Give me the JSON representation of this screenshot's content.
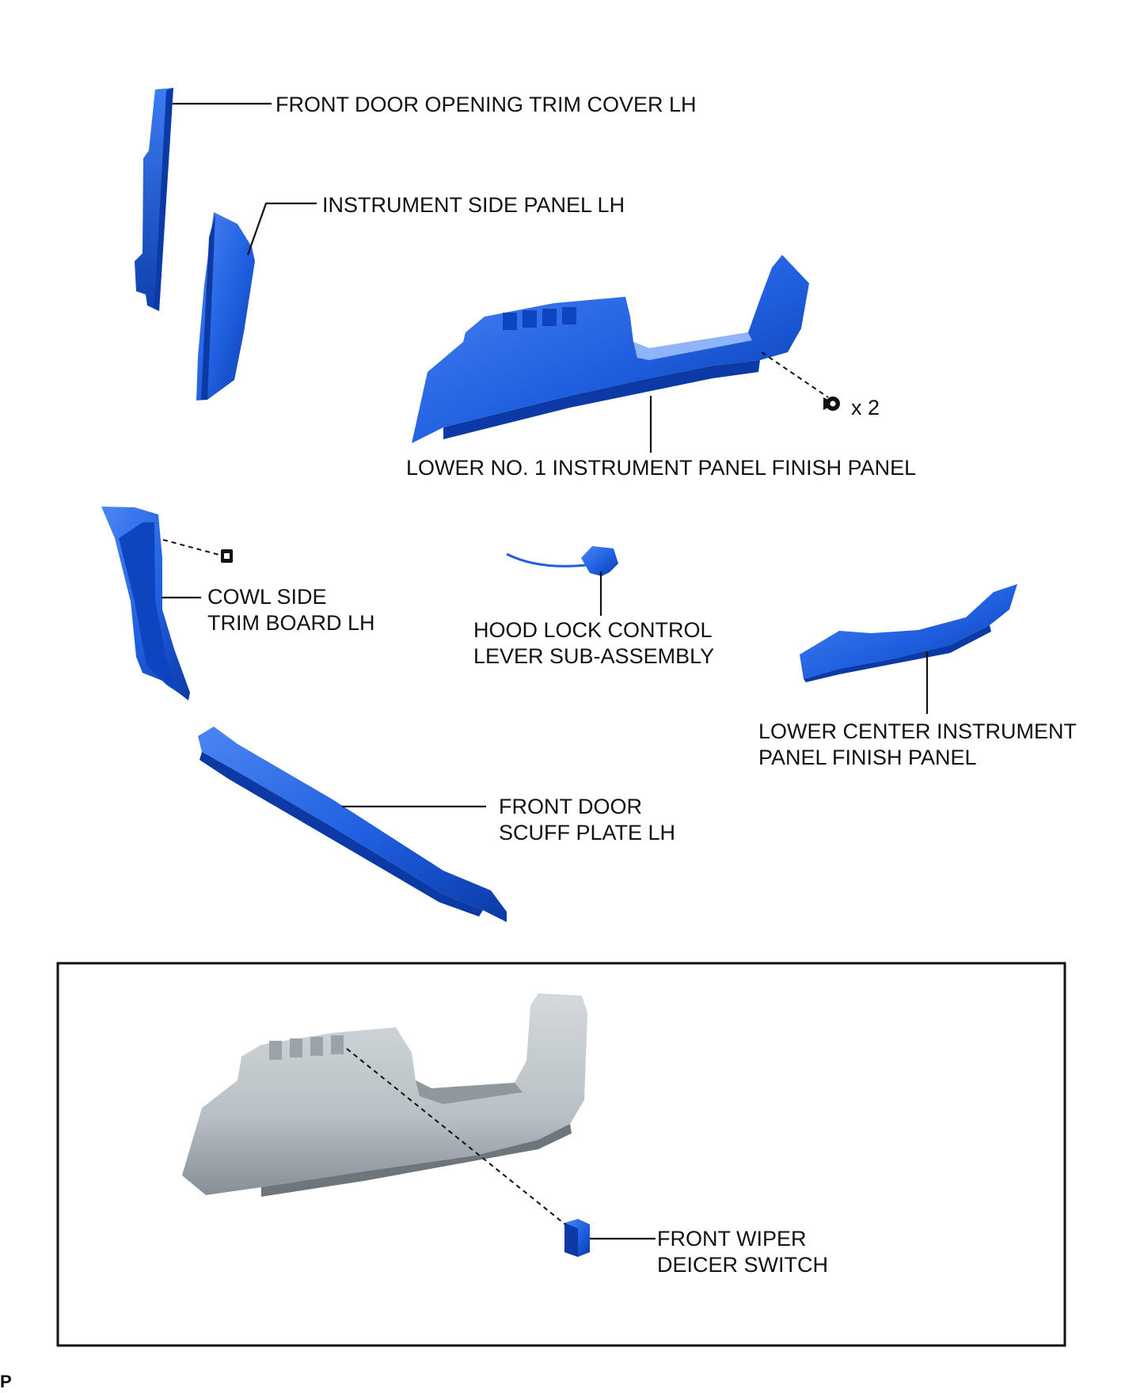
{
  "labels": {
    "front_door_opening_trim_cover": "FRONT DOOR OPENING TRIM COVER LH",
    "instrument_side_panel": "INSTRUMENT SIDE PANEL LH",
    "lower_no1_panel": "LOWER NO. 1 INSTRUMENT PANEL FINISH PANEL",
    "screw_qty": "x 2",
    "cowl_side_line1": "COWL SIDE",
    "cowl_side_line2": "TRIM BOARD LH",
    "hood_lock_line1": "HOOD LOCK CONTROL",
    "hood_lock_line2": "LEVER SUB-ASSEMBLY",
    "lower_center_line1": "LOWER CENTER INSTRUMENT",
    "lower_center_line2": "PANEL FINISH PANEL",
    "scuff_line1": "FRONT DOOR",
    "scuff_line2": "SCUFF PLATE LH",
    "wiper_line1": "FRONT WIPER",
    "wiper_line2": "DEICER SWITCH",
    "corner_mark": "P"
  },
  "colors": {
    "part_blue": "#1f5fe0",
    "part_blue_dark": "#0b3aa6",
    "part_blue_light": "#4a86f2",
    "part_gray": "#b9c1c6",
    "part_gray_dark": "#7f898f",
    "line": "#111111"
  }
}
